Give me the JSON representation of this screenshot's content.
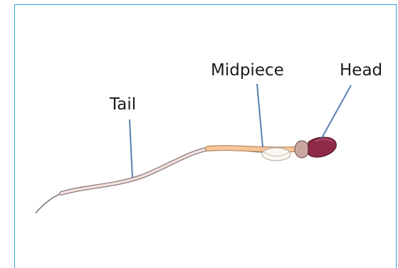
{
  "labels": {
    "tail": "Tail",
    "midpiece": "Midpiece",
    "head": "Head"
  },
  "colors": {
    "border": "#2aa3d9",
    "leader_line": "#5a7fb4",
    "tail_fill": "#f3dede",
    "tail_outline": "#8a7a7a",
    "midpiece_fill": "#f7c79a",
    "head_fill": "#8e2a48",
    "neck_fill": "#c9a7a0"
  }
}
